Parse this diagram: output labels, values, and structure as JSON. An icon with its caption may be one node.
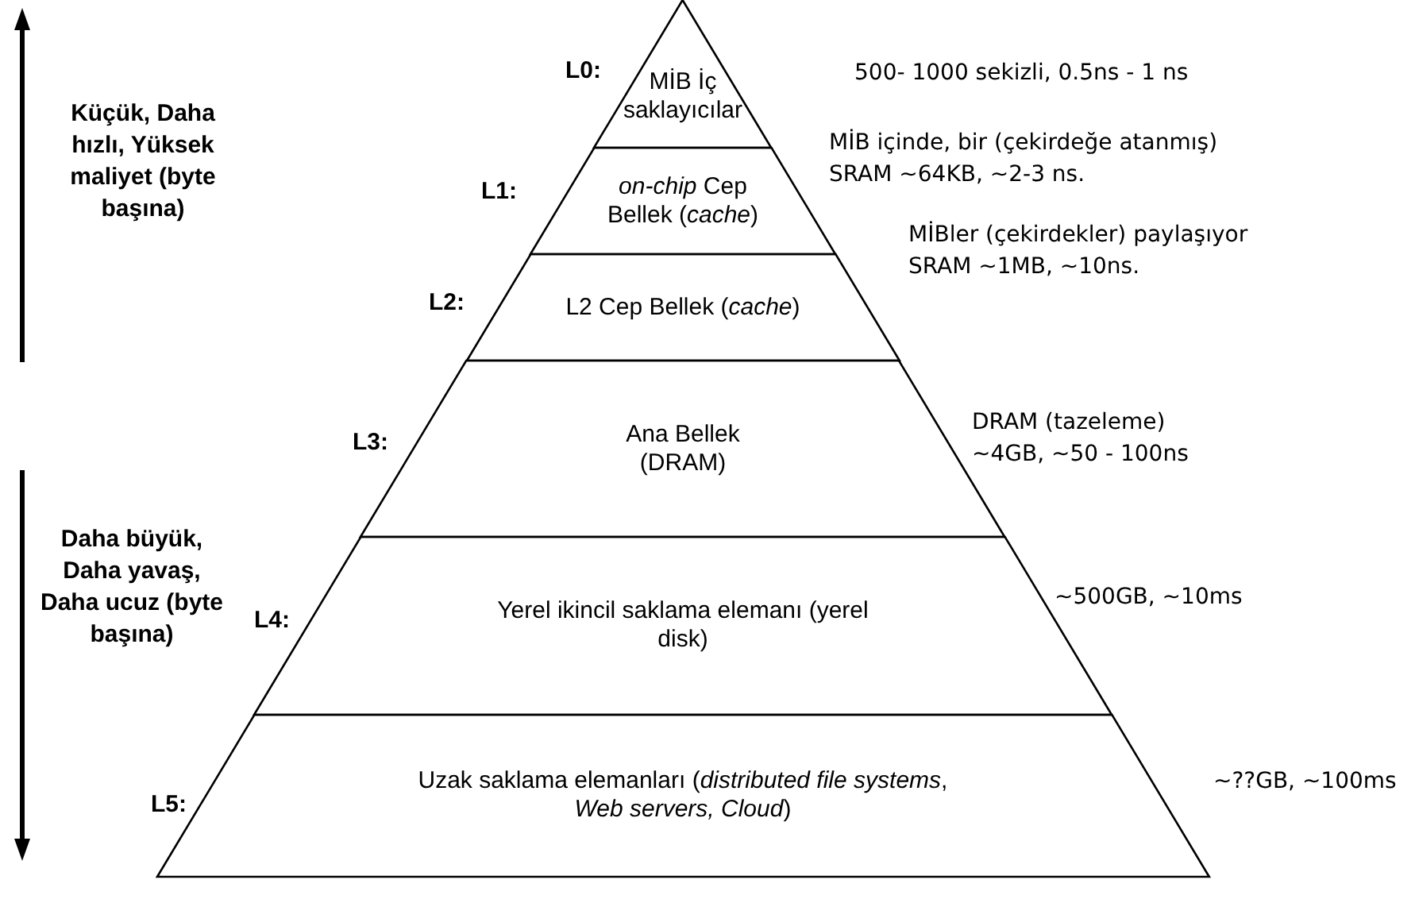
{
  "diagram": {
    "nodes": [
      {
        "text": [
          "MİB İç saklayıcılar"
        ],
        "beside": [
          "L0:",
          "500- 1000 sekizli, 0.5ns - 1 ns"
        ]
      },
      {
        "text": [
          "*on-chip* Cep Bellek (*cache*)"
        ],
        "beside": [
          "L1:",
          "MİB içinde, bir (çekirdeğe atanmış) SRAM ~64KB, ~2-3 ns."
        ]
      },
      {
        "text": [
          "L2 Cep Bellek (*cache*)"
        ],
        "beside": [
          "L2:",
          "MİBler (çekirdekler) paylaşıyor SRAM ~1MB, ~10ns."
        ]
      },
      {
        "text": [
          "Ana Bellek (DRAM)"
        ],
        "beside": [
          "L3:",
          "DRAM (tazeleme) ~4GB, ~50 - 100ns"
        ]
      },
      {
        "text": [
          "Yerel ikincil saklama elemanı (yerel disk)"
        ],
        "beside": [
          "L4:",
          "~500GB, ~10ms"
        ]
      },
      {
        "text": [
          "Uzak saklama elemanları (*distributed file systems*, *Web servers, Cloud*)"
        ],
        "beside": [
          "L5:",
          "~??GB, ~100ms"
        ]
      }
    ],
    "edges": [],
    "labels": [
      "Küçük, Daha hızlı, Yüksek maliyet (byte başına)",
      "Daha büyük, Daha yavaş, Daha ucuz (byte başına)"
    ]
  }
}
